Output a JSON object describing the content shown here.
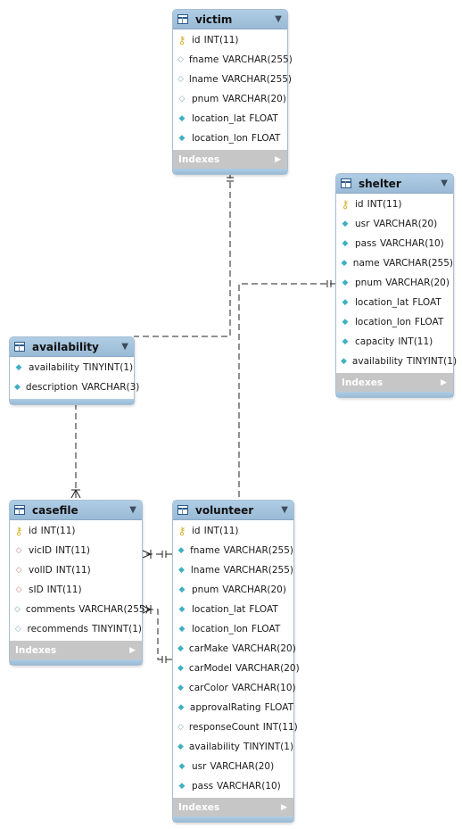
{
  "tables": {
    "victim": {
      "name": "victim",
      "indexes_label": "Indexes",
      "columns": [
        {
          "name": "id",
          "type": "INT(11)",
          "icon": "key-icon"
        },
        {
          "name": "fname",
          "type": "VARCHAR(255)",
          "icon": "nullable-column-icon"
        },
        {
          "name": "lname",
          "type": "VARCHAR(255)",
          "icon": "nullable-column-icon"
        },
        {
          "name": "pnum",
          "type": "VARCHAR(20)",
          "icon": "nullable-column-icon"
        },
        {
          "name": "location_lat",
          "type": "FLOAT",
          "icon": "column-icon"
        },
        {
          "name": "location_lon",
          "type": "FLOAT",
          "icon": "column-icon"
        }
      ]
    },
    "shelter": {
      "name": "shelter",
      "indexes_label": "Indexes",
      "columns": [
        {
          "name": "id",
          "type": "INT(11)",
          "icon": "key-icon"
        },
        {
          "name": "usr",
          "type": "VARCHAR(20)",
          "icon": "column-icon"
        },
        {
          "name": "pass",
          "type": "VARCHAR(10)",
          "icon": "column-icon"
        },
        {
          "name": "name",
          "type": "VARCHAR(255)",
          "icon": "column-icon"
        },
        {
          "name": "pnum",
          "type": "VARCHAR(20)",
          "icon": "column-icon"
        },
        {
          "name": "location_lat",
          "type": "FLOAT",
          "icon": "column-icon"
        },
        {
          "name": "location_lon",
          "type": "FLOAT",
          "icon": "column-icon"
        },
        {
          "name": "capacity",
          "type": "INT(11)",
          "icon": "column-icon"
        },
        {
          "name": "availability",
          "type": "TINYINT(1)",
          "icon": "column-icon"
        }
      ]
    },
    "availability": {
      "name": "availability",
      "columns": [
        {
          "name": "availability",
          "type": "TINYINT(1)",
          "icon": "column-icon"
        },
        {
          "name": "description",
          "type": "VARCHAR(3)",
          "icon": "column-icon"
        }
      ]
    },
    "casefile": {
      "name": "casefile",
      "indexes_label": "Indexes",
      "columns": [
        {
          "name": "id",
          "type": "INT(11)",
          "icon": "key-icon"
        },
        {
          "name": "vicID",
          "type": "INT(11)",
          "icon": "foreign-key-icon"
        },
        {
          "name": "volID",
          "type": "INT(11)",
          "icon": "foreign-key-icon"
        },
        {
          "name": "sID",
          "type": "INT(11)",
          "icon": "foreign-key-icon"
        },
        {
          "name": "comments",
          "type": "VARCHAR(255)",
          "icon": "nullable-column-icon"
        },
        {
          "name": "recommends",
          "type": "TINYINT(1)",
          "icon": "nullable-column-icon"
        }
      ]
    },
    "volunteer": {
      "name": "volunteer",
      "indexes_label": "Indexes",
      "columns": [
        {
          "name": "id",
          "type": "INT(11)",
          "icon": "key-icon"
        },
        {
          "name": "fname",
          "type": "VARCHAR(255)",
          "icon": "column-icon"
        },
        {
          "name": "lname",
          "type": "VARCHAR(255)",
          "icon": "column-icon"
        },
        {
          "name": "pnum",
          "type": "VARCHAR(20)",
          "icon": "column-icon"
        },
        {
          "name": "location_lat",
          "type": "FLOAT",
          "icon": "column-icon"
        },
        {
          "name": "location_lon",
          "type": "FLOAT",
          "icon": "column-icon"
        },
        {
          "name": "carMake",
          "type": "VARCHAR(20)",
          "icon": "column-icon"
        },
        {
          "name": "carModel",
          "type": "VARCHAR(20)",
          "icon": "column-icon"
        },
        {
          "name": "carColor",
          "type": "VARCHAR(10)",
          "icon": "column-icon"
        },
        {
          "name": "approvalRating",
          "type": "FLOAT",
          "icon": "column-icon"
        },
        {
          "name": "responseCount",
          "type": "INT(11)",
          "icon": "nullable-column-icon"
        },
        {
          "name": "availability",
          "type": "TINYINT(1)",
          "icon": "column-icon"
        },
        {
          "name": "usr",
          "type": "VARCHAR(20)",
          "icon": "column-icon"
        },
        {
          "name": "pass",
          "type": "VARCHAR(10)",
          "icon": "column-icon"
        }
      ]
    }
  },
  "colors": {
    "header": "#9fc0dc",
    "indexes_bar": "#c6c6c6",
    "key": "#d8b020",
    "column": "#3fb0c3",
    "foreign_key": "#c68080",
    "connector": "#222222"
  }
}
